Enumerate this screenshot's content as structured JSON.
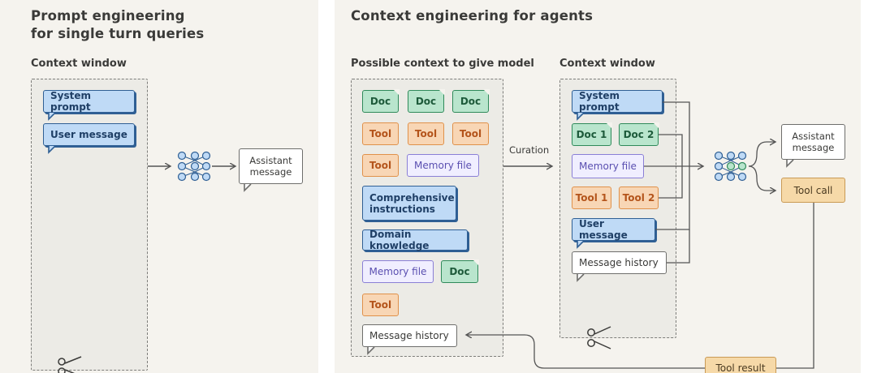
{
  "left_panel": {
    "title_line1": "Prompt engineering",
    "title_line2": "for single turn queries",
    "context_label": "Context window",
    "system_prompt": "System prompt",
    "user_message": "User message",
    "assistant_message_line1": "Assistant",
    "assistant_message_line2": "message"
  },
  "right_panel": {
    "title": "Context engineering for agents",
    "possible_label": "Possible context to give model",
    "context_label": "Context window",
    "curation": "Curation",
    "possible": {
      "doc": "Doc",
      "tool": "Tool",
      "memory_file": "Memory file",
      "comprehensive_line1": "Comprehensive",
      "comprehensive_line2": "instructions",
      "domain_knowledge": "Domain knowledge",
      "message_history": "Message history"
    },
    "window": {
      "system_prompt": "System prompt",
      "doc1": "Doc 1",
      "doc2": "Doc 2",
      "memory_file": "Memory file",
      "tool1": "Tool 1",
      "tool2": "Tool 2",
      "user_message": "User message",
      "message_history": "Message history"
    },
    "assistant_message_line1": "Assistant",
    "assistant_message_line2": "message",
    "tool_call": "Tool call",
    "tool_result": "Tool result"
  }
}
